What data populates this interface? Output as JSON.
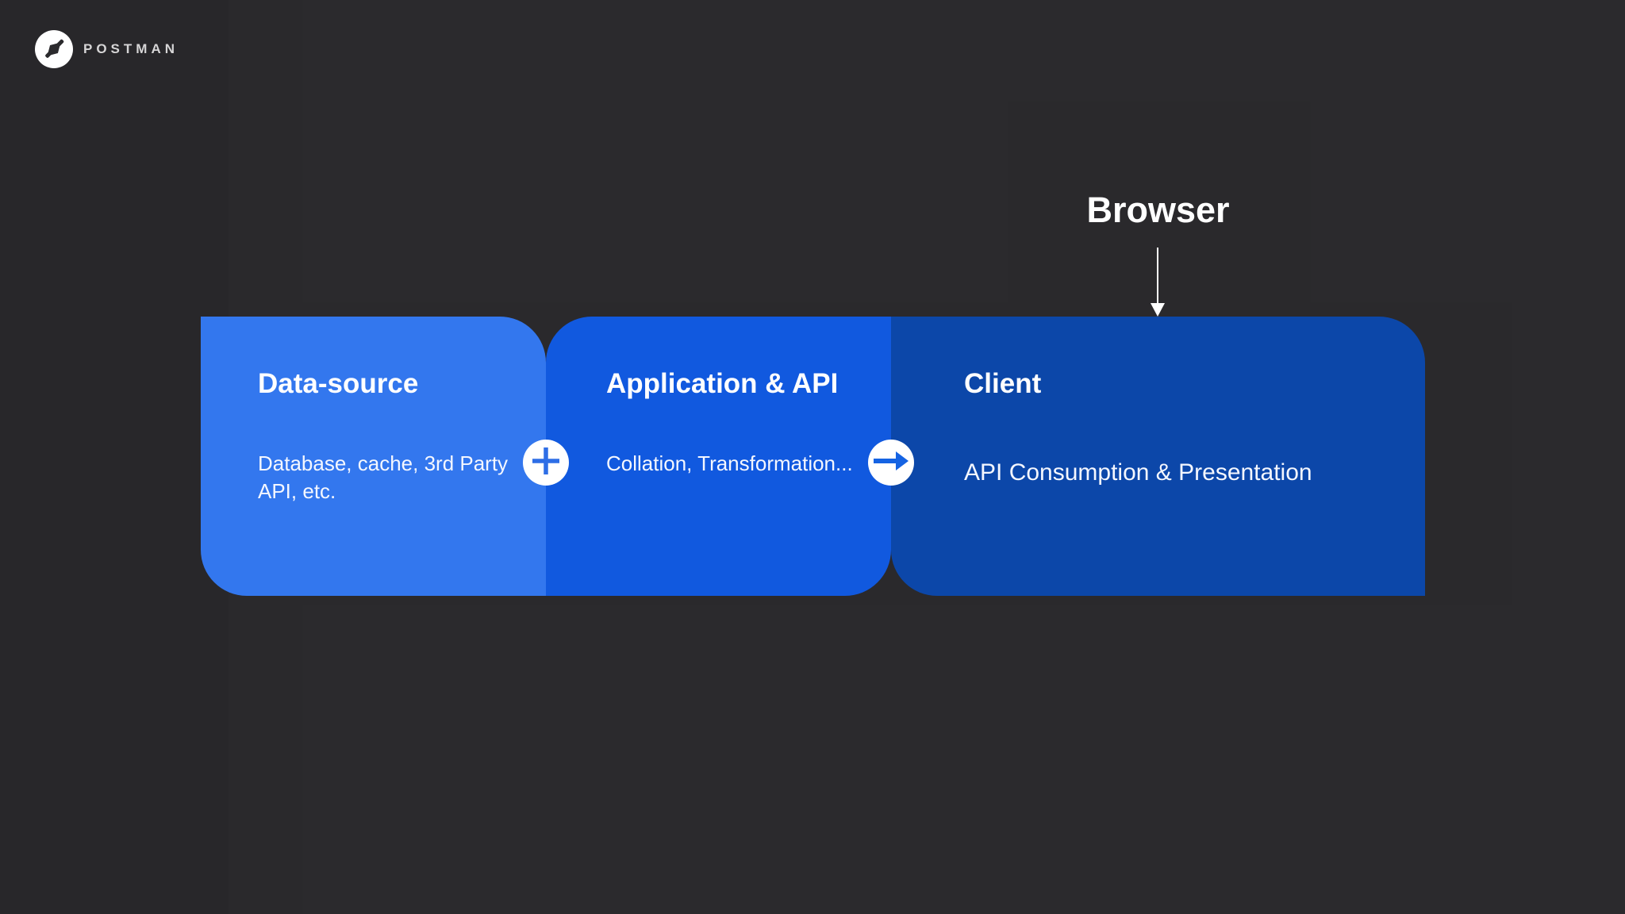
{
  "brand": {
    "logo_icon": "postman-rocket-icon",
    "wordmark": "POSTMAN"
  },
  "colors": {
    "background": "#28272a",
    "card_datasource": "#3377ee",
    "card_application": "#1159df",
    "card_client": "#0c47a9",
    "connector_plus": "#2e6ee6",
    "connector_arrow": "#1563e3",
    "text": "#ffffff"
  },
  "diagram": {
    "browser_label": "Browser",
    "cards": [
      {
        "id": "data-source",
        "title": "Data-source",
        "body": "Database, cache, 3rd Party API, etc."
      },
      {
        "id": "application-api",
        "title": "Application & API",
        "body": "Collation, Transformation..."
      },
      {
        "id": "client",
        "title": "Client",
        "body": "API Consumption & Presentation"
      }
    ],
    "connectors": [
      {
        "between": "data-source/application-api",
        "icon": "plus-icon"
      },
      {
        "between": "application-api/client",
        "icon": "arrow-right-icon"
      }
    ]
  }
}
